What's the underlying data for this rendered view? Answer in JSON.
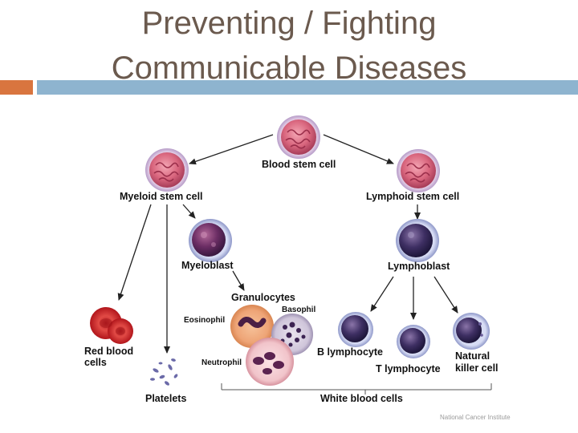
{
  "slide": {
    "title_line1": "Preventing / Fighting",
    "title_line2": "Communicable Diseases",
    "accent_orange": "#d9753f",
    "accent_blue": "#8eb4cf"
  },
  "diagram": {
    "labels": {
      "blood_stem_cell": "Blood stem cell",
      "myeloid_stem_cell": "Myeloid stem cell",
      "lymphoid_stem_cell": "Lymphoid stem cell",
      "myeloblast": "Myeloblast",
      "lymphoblast": "Lymphoblast",
      "granulocytes": "Granulocytes",
      "basophil": "Basophil",
      "eosinophil": "Eosinophil",
      "neutrophil": "Neutrophil",
      "red_blood_cells_1": "Red blood",
      "red_blood_cells_2": "cells",
      "platelets": "Platelets",
      "b_lymphocyte": "B lymphocyte",
      "t_lymphocyte": "T lymphocyte",
      "natural_killer_1": "Natural",
      "natural_killer_2": "killer cell",
      "white_blood_cells": "White blood cells"
    },
    "credit": "National Cancer Institute"
  }
}
